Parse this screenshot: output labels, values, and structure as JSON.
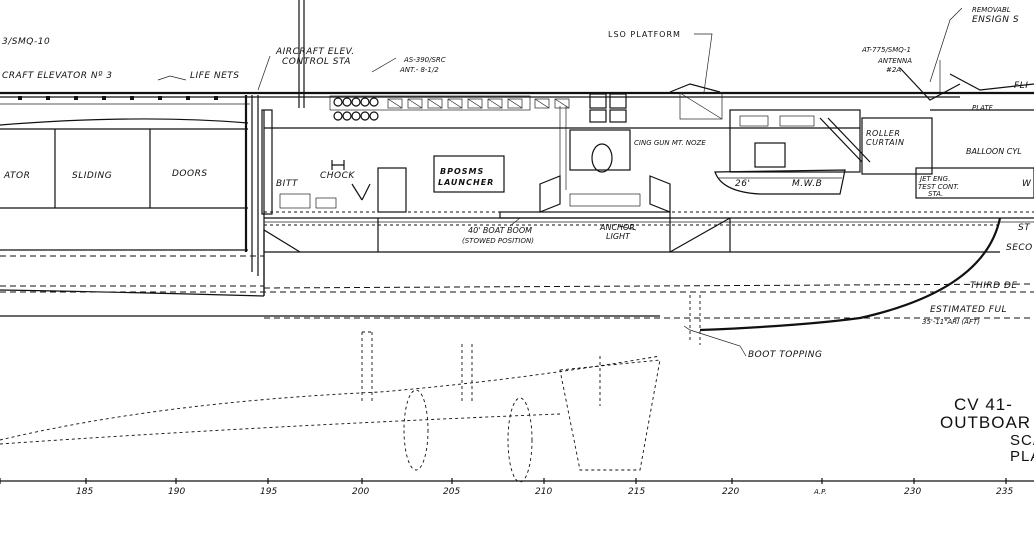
{
  "labels": {
    "top_left_fragment": "3/SMQ-10",
    "elevator": "CRAFT  ELEVATOR  Nº 3",
    "life_nets": "LIFE NETS",
    "aircraft_elev_1": "AIRCRAFT ELEV.",
    "aircraft_elev_2": "CONTROL  STA",
    "as390_1": "AS-390/SRC",
    "as390_2": "ANT.- 8-1/2",
    "lso_platform": "LSO  PLATFORM",
    "removable_1": "REMOVABL",
    "removable_2": "ENSIGN  S",
    "at775": "AT-775/SMQ-1",
    "antenna_1": "ANTENNA",
    "antenna_2": "#2A",
    "fli": "FLI",
    "platf": "PLATF",
    "door_1": "ATOR",
    "door_2": "SLIDING",
    "door_3": "DOORS",
    "bitt": "BITT",
    "chock": "CHOCK",
    "bposms_1": "BPOSMS",
    "bposms_2": "LAUNCHER",
    "cing_gun": "CING GUN MT. NOZE",
    "roller_1": "ROLLER",
    "roller_2": "CURTAIN",
    "balloon": "BALLOON  CYL",
    "jet_1": "JET ENG.",
    "jet_2": "TEST CONT.",
    "jet_3": "STA.",
    "mwb_len": "26'",
    "mwb": "M.W.B",
    "boat_boom_1": "40' BOAT BOOM",
    "boat_boom_2": "(STOWED POSITION)",
    "anchor_1": "ANCHOR",
    "anchor_2": "LIGHT",
    "w_frag": "W",
    "st_frag": "ST",
    "second_deck": "SECO",
    "third_deck": "THIRD  DE",
    "estimated": "ESTIMATED  FUL",
    "est_sub": "35'-11\"ARI (AFT)",
    "boot_topping": "BOOT  TOPPING",
    "tb_1": "CV  41-",
    "tb_2": "OUTBOAR",
    "tb_3": "SCA",
    "tb_4": "PLA"
  },
  "frames": [
    "185",
    "190",
    "195",
    "200",
    "205",
    "210",
    "215",
    "220",
    "A.P.",
    "230",
    "235"
  ]
}
